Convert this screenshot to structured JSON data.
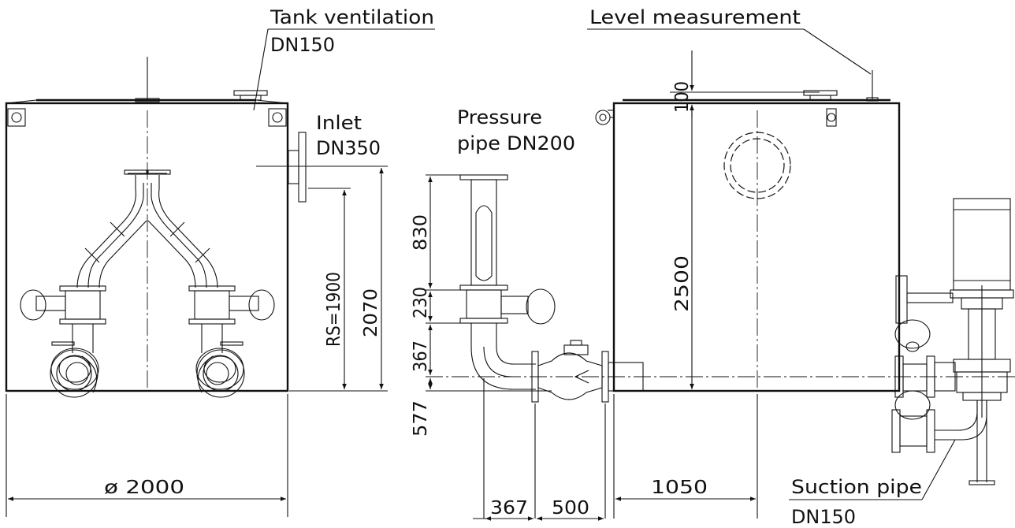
{
  "labels": {
    "tank_ventilation": "Tank ventilation",
    "tank_ventilation_dn": "DN150",
    "level_measurement": "Level measurement",
    "inlet": "Inlet",
    "inlet_dn": "DN350",
    "pressure_pipe_line1": "Pressure",
    "pressure_pipe_line2": "pipe DN200",
    "suction_pipe": "Suction pipe",
    "suction_pipe_dn": "DN150"
  },
  "dimensions": {
    "diameter": "ø 2000",
    "rs": "RS=1900",
    "height_inlet": "2070",
    "d830": "830",
    "d230": "230",
    "d367_vertical": "367",
    "d577": "577",
    "d100": "100",
    "d2500": "2500",
    "d367_horizontal": "367",
    "d500": "500",
    "d1050": "1050"
  }
}
